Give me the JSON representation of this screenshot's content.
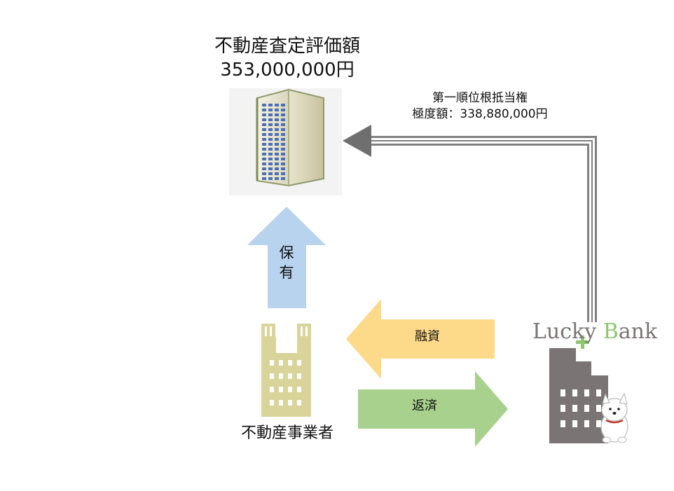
{
  "property": {
    "title": "不動産査定評価額",
    "value": "353,000,000円"
  },
  "lien": {
    "line1": "第一順位根抵当権",
    "line2": "極度額：338,880,000円"
  },
  "hold_arrow": {
    "char1": "保",
    "char2": "有"
  },
  "loan_arrow": {
    "label": "融資"
  },
  "repay_arrow": {
    "label": "返済"
  },
  "business": {
    "label": "不動産事業者"
  },
  "bank": {
    "name_part1": "Lucky ",
    "name_b": "B",
    "name_part2": "ank"
  },
  "colors": {
    "hold_arrow": "#b8d3ee",
    "loan_arrow": "#fdd98a",
    "repay_arrow": "#a8d18d",
    "business_building": "#d8d49a",
    "bank_building": "#7a7474",
    "lien_arrow": "#808080"
  }
}
